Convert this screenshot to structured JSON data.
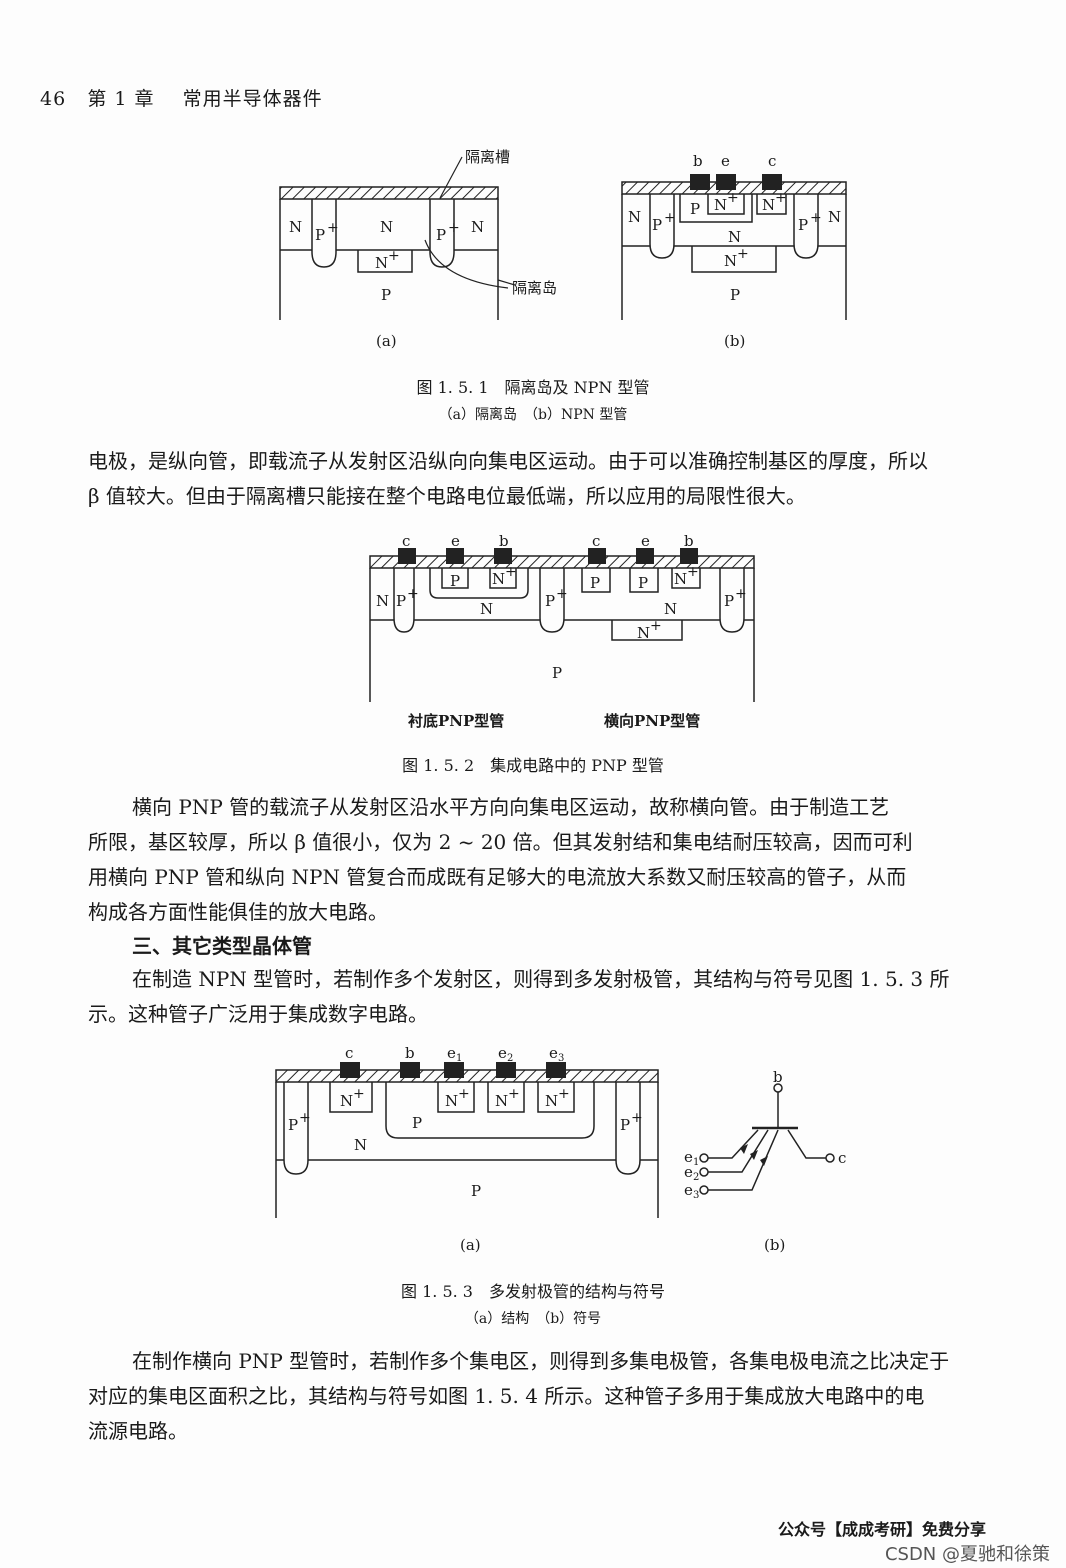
{
  "header": {
    "page_number": "46",
    "chapter": "第 1 章",
    "chapter_title": "常用半导体器件"
  },
  "fig151": {
    "a": {
      "label_groove": "隔离槽",
      "label_island": "隔离岛",
      "regions": {
        "n_left": "N",
        "p_plus_left": "P",
        "n_center": "N",
        "n_plus": "N",
        "p_plus_right": "P",
        "n_right": "N",
        "p_sub": "P"
      },
      "sub_label": "(a)"
    },
    "b": {
      "electrodes": {
        "b": "b",
        "e": "e",
        "c": "c"
      },
      "regions": {
        "n_left": "N",
        "p_plus_left": "P",
        "p_base": "P",
        "n_plus_emitter": "N",
        "n_plus_contact": "N",
        "n_collector": "N",
        "n_plus_buried": "N",
        "p_plus_right": "P",
        "n_right": "N",
        "p_sub": "P"
      },
      "sub_label": "(b)"
    },
    "caption": "图 1. 5. 1　隔离岛及 NPN 型管",
    "subcaption": "（a）隔离岛　（b）NPN 型管"
  },
  "para1": {
    "line1": "电极，是纵向管，即载流子从发射区沿纵向向集电区运动。由于可以准确控制基区的厚度，所以",
    "line2": "β 值较大。但由于隔离槽只能接在整个电路电位最低端，所以应用的局限性很大。"
  },
  "fig152": {
    "left_electrodes": {
      "c": "c",
      "e": "e",
      "b": "b"
    },
    "right_electrodes": {
      "c": "c",
      "e": "e",
      "b": "b"
    },
    "regions": {
      "n": "N",
      "p_plus": "P",
      "p": "P",
      "n_plus": "N",
      "p_sub": "P"
    },
    "label_substrate": "衬底PNP型管",
    "label_lateral": "横向PNP型管",
    "caption": "图 1. 5. 2　集成电路中的 PNP 型管"
  },
  "para2": {
    "lines": [
      "横向 PNP 管的载流子从发射区沿水平方向向集电区运动，故称横向管。由于制造工艺",
      "所限，基区较厚，所以 β 值很小，仅为 2 ~ 20 倍。但其发射结和集电结耐压较高，因而可利",
      "用横向 PNP 管和纵向 NPN 管复合而成既有足够大的电流放大系数又耐压较高的管子，从而",
      "构成各方面性能俱佳的放大电路。"
    ]
  },
  "section3": {
    "title": "三、其它类型晶体管"
  },
  "para3": {
    "lines": [
      "在制造 NPN 型管时，若制作多个发射区，则得到多发射极管，其结构与符号见图 1. 5. 3 所",
      "示。这种管子广泛用于集成数字电路。"
    ]
  },
  "fig153": {
    "a": {
      "electrodes": {
        "c": "c",
        "b": "b",
        "e1": "e",
        "e2": "e",
        "e3": "e",
        "s1": "1",
        "s2": "2",
        "s3": "3"
      },
      "regions": {
        "p_plus": "P",
        "n_plus": "N",
        "p": "P",
        "n": "N",
        "p_sub": "P"
      },
      "sub_label": "(a)"
    },
    "b": {
      "terminals": {
        "b": "b",
        "c": "c",
        "e": "e",
        "s1": "1",
        "s2": "2",
        "s3": "3"
      },
      "sub_label": "(b)"
    },
    "caption": "图 1. 5. 3　多发射极管的结构与符号",
    "subcaption": "（a）结构　（b）符号"
  },
  "para4": {
    "lines": [
      "在制作横向 PNP 型管时，若制作多个集电区，则得到多集电极管，各集电极电流之比决定于",
      "对应的集电区面积之比，其结构与符号如图 1. 5. 4 所示。这种管子多用于集成放大电路中的电",
      "流源电路。"
    ]
  },
  "footer": {
    "text": "公众号【成成考研】免费分享",
    "watermark": "CSDN @夏驰和徐策"
  }
}
